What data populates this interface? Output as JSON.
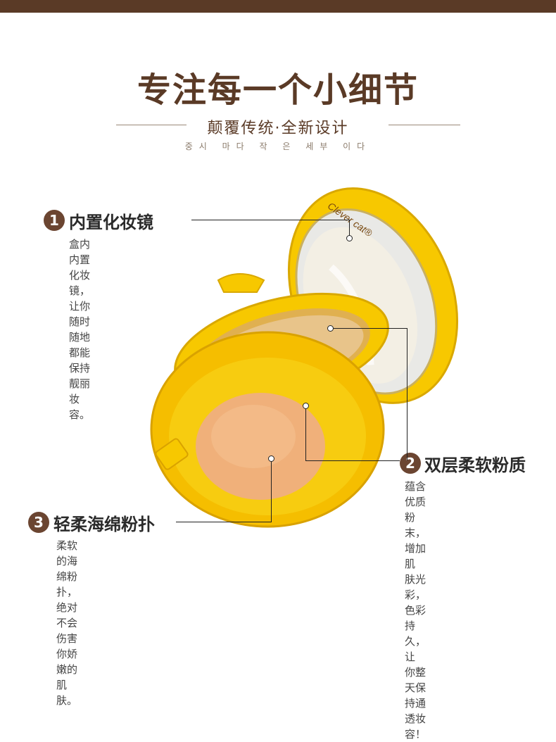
{
  "header": {
    "title": "专注每一个小细节",
    "subtitle": "颠覆传统·全新设计",
    "korean": "중시 마다 작 은 세부 이다"
  },
  "product": {
    "brand": "Clever cat®",
    "case_color": "#f5c400",
    "powder_color": "#e8c48a",
    "puff_color": "#f0b07a"
  },
  "features": [
    {
      "number": "1",
      "title": "内置化妆镜",
      "desc_lines": [
        "盒内内置化妆镜，让你",
        "随时随地都能保持靓丽",
        "妆容。"
      ]
    },
    {
      "number": "2",
      "title": "双层柔软粉质",
      "desc_lines": [
        "蕴含优质粉末，增加肌",
        "肤光彩，色彩持久，让",
        "你整天保持通透妆容！"
      ]
    },
    {
      "number": "3",
      "title": "轻柔海绵粉扑",
      "desc_lines": [
        "柔软的海绵粉扑，绝对",
        "不会伤害你娇嫩的肌肤。"
      ]
    }
  ]
}
